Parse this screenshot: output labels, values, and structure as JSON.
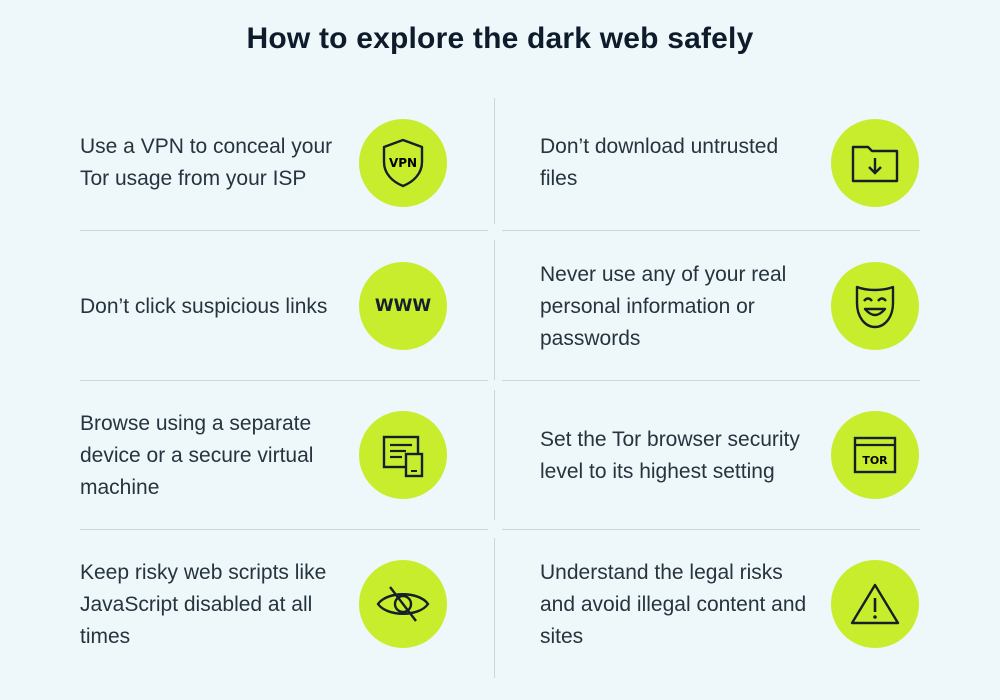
{
  "title": "How to explore the dark web safely",
  "tips": [
    {
      "text": "Use a VPN to conceal your Tor usage from your ISP",
      "icon": "vpn-shield-icon",
      "icon_label": "VPN"
    },
    {
      "text": "Don’t download untrusted files",
      "icon": "folder-download-icon"
    },
    {
      "text": "Don’t click suspicious links",
      "icon": "www-icon",
      "icon_label": "WWW"
    },
    {
      "text": "Never use any of your real personal information or passwords",
      "icon": "mask-icon"
    },
    {
      "text": "Browse using a separate device or a secure virtual machine",
      "icon": "devices-icon"
    },
    {
      "text": "Set the Tor browser security level to its highest setting",
      "icon": "tor-window-icon",
      "icon_label": "TOR"
    },
    {
      "text": "Keep risky web scripts like JavaScript disabled at all times",
      "icon": "eye-crossed-icon"
    },
    {
      "text": "Understand the legal risks and avoid illegal content and sites",
      "icon": "warning-icon"
    }
  ],
  "colors": {
    "accent": "#c8ed2d",
    "background": "#eef7f9",
    "text": "#26343f",
    "divider": "#c9d6da"
  }
}
